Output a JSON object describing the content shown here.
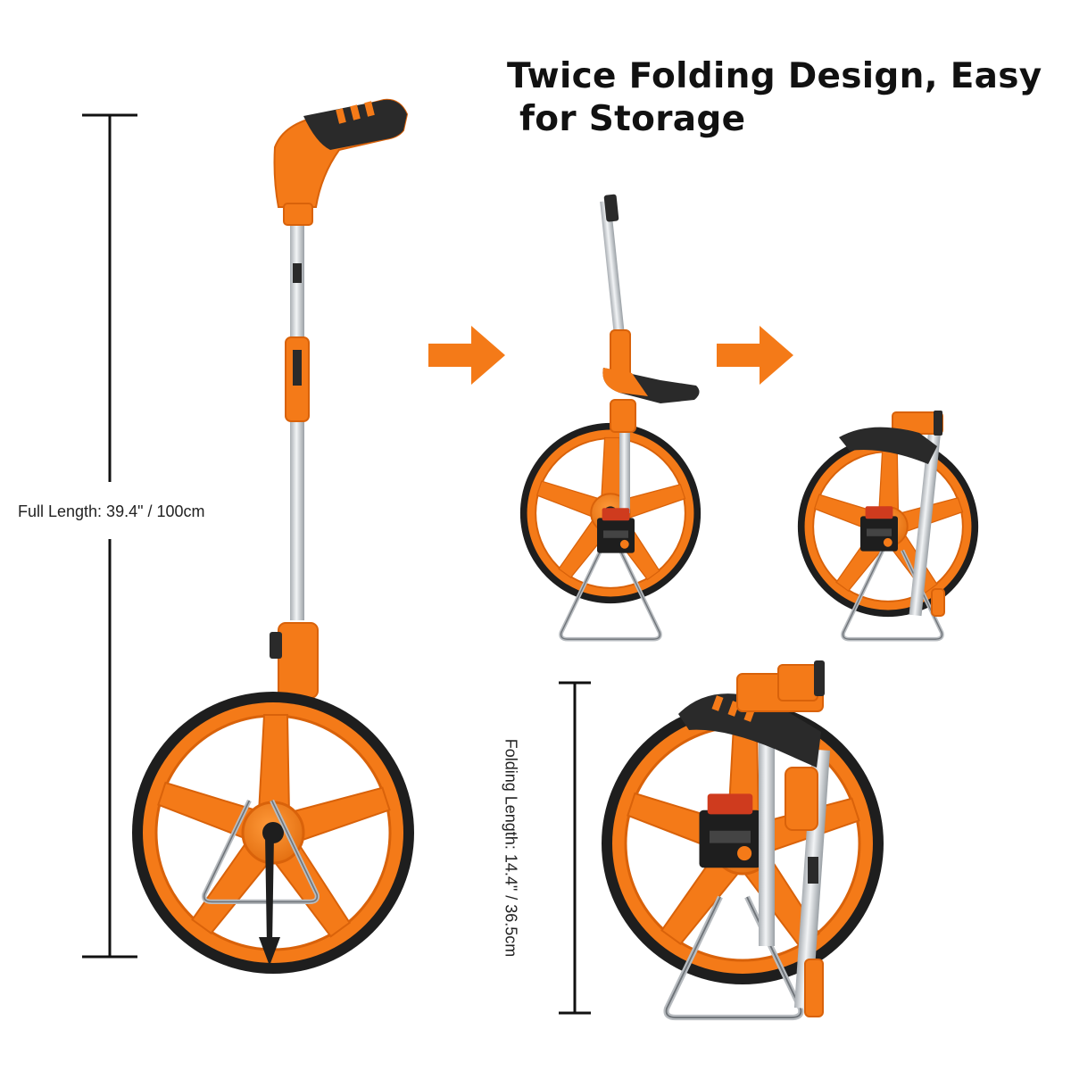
{
  "headline": {
    "line1": "Twice Folding Design, Easy",
    "line2": "for Storage"
  },
  "dimensions": {
    "full_length_label": "Full Length: 39.4\" / 100cm",
    "folding_length_label": "Folding Length: 14.4\" / 36.5cm"
  },
  "colors": {
    "accent_orange": "#F47A18",
    "dark_orange": "#D9620A",
    "grip_black": "#2A2A2A",
    "tire_black": "#1E1E1E",
    "shaft_silver": "#D9DDE0",
    "dimension_line": "#111111"
  },
  "steps": [
    {
      "state": "unfolded"
    },
    {
      "state": "handle-folded"
    },
    {
      "state": "fully-folded"
    }
  ],
  "icons": [
    "arrow-right-icon",
    "arrow-right-icon"
  ]
}
